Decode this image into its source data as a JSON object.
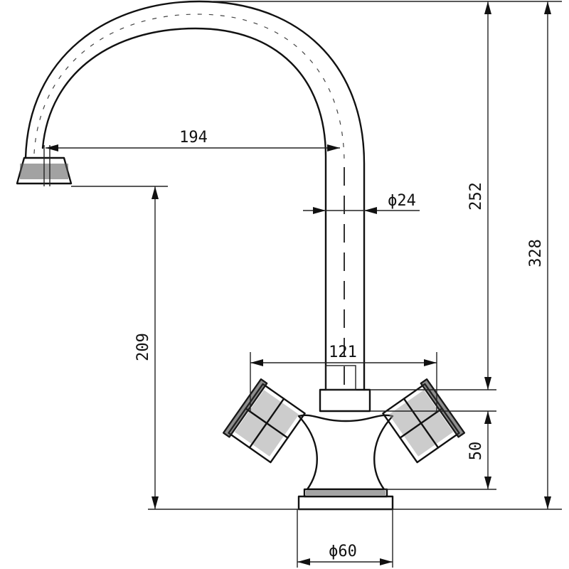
{
  "drawing": {
    "dimensions": [
      {
        "id": "spout-reach",
        "label": "194"
      },
      {
        "id": "pipe-diameter",
        "label": "ϕ24"
      },
      {
        "id": "riser-height",
        "label": "252"
      },
      {
        "id": "total-height",
        "label": "328"
      },
      {
        "id": "outlet-height",
        "label": "209"
      },
      {
        "id": "handle-span",
        "label": "121"
      },
      {
        "id": "body-height",
        "label": "50"
      },
      {
        "id": "base-diameter",
        "label": "ϕ60"
      }
    ]
  }
}
